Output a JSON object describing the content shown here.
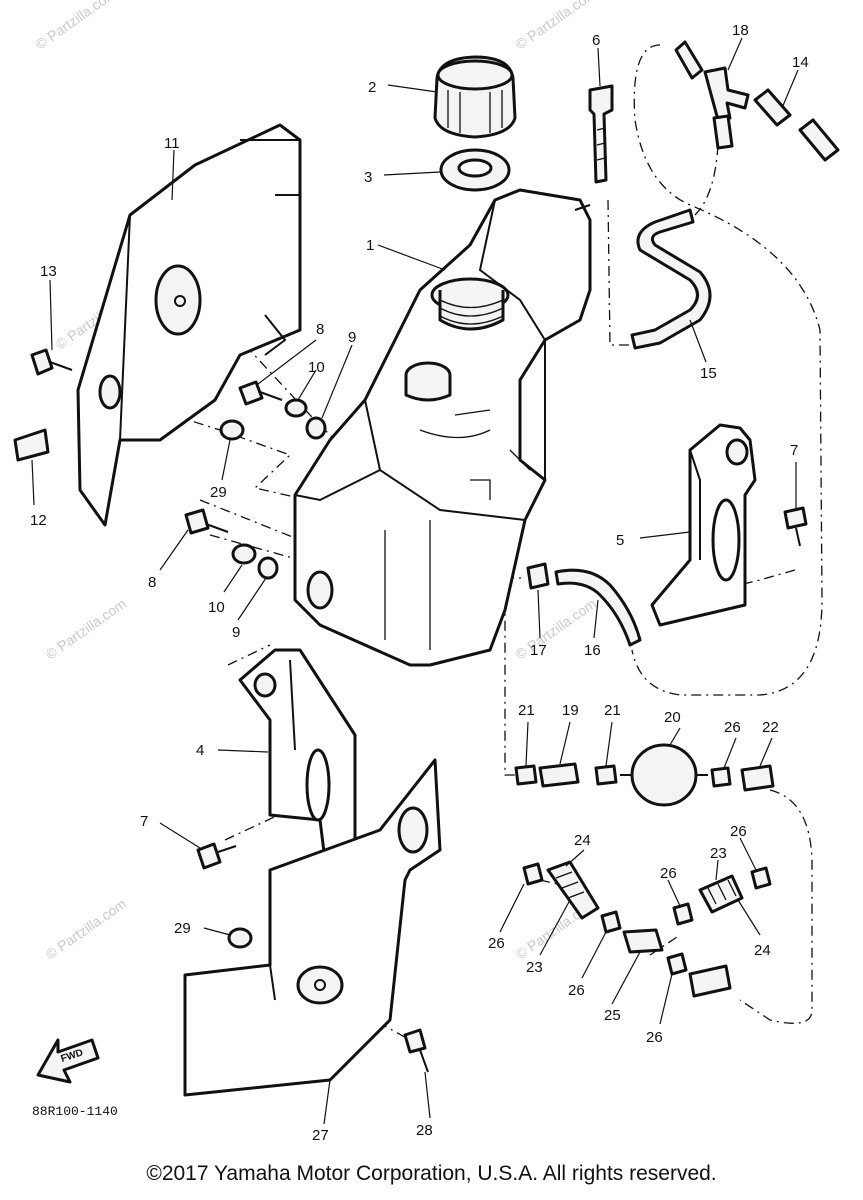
{
  "diagram": {
    "drawing_code": "88R100-1140",
    "forward_label": "FWD",
    "watermark": "© Partzilla.com",
    "part_callouts": {
      "p1": "1",
      "p2": "2",
      "p3": "3",
      "p4": "4",
      "p5": "5",
      "p6": "6",
      "p7": "7",
      "p8": "8",
      "p9": "9",
      "p10": "10",
      "p11": "11",
      "p12": "12",
      "p13": "13",
      "p14": "14",
      "p15": "15",
      "p16": "16",
      "p17": "17",
      "p18": "18",
      "p19": "19",
      "p20": "20",
      "p21": "21",
      "p22": "22",
      "p23": "23",
      "p24": "24",
      "p25": "25",
      "p26": "26",
      "p27": "27",
      "p28": "28",
      "p29": "29"
    }
  },
  "footer": {
    "copyright": "©2017 Yamaha Motor Corporation, U.S.A. All rights reserved."
  }
}
